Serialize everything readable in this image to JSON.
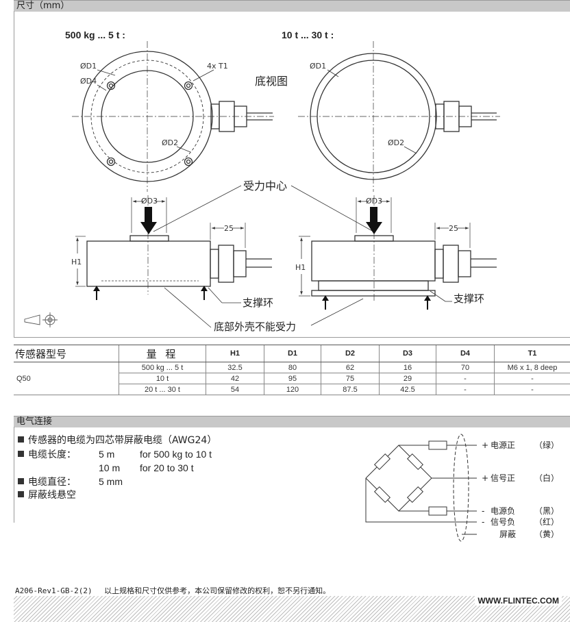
{
  "dimensions": {
    "section_title": "尺寸（mm）",
    "left_title": "500 kg ... 5 t :",
    "right_title": "10 t ... 30 t :",
    "labels": {
      "d1": "ØD1",
      "d4": "ØD4",
      "d2": "ØD2",
      "d3": "ØD3",
      "t1": "4x T1",
      "h1": "H1",
      "dim25": "25",
      "bottom_view": "底视图",
      "force_center": "受力中心",
      "support_ring": "支撑环",
      "housing_note": "底部外壳不能受力"
    }
  },
  "table": {
    "headers": [
      "传感器型号",
      "量 程",
      "H1",
      "D1",
      "D2",
      "D3",
      "D4",
      "T1"
    ],
    "model": "Q50",
    "rows": [
      [
        "500 kg ... 5 t",
        "32.5",
        "80",
        "62",
        "16",
        "70",
        "M6 x 1, 8 deep"
      ],
      [
        "10 t",
        "42",
        "95",
        "75",
        "29",
        "-",
        "-"
      ],
      [
        "20 t ... 30 t",
        "54",
        "120",
        "87.5",
        "42.5",
        "-",
        "-"
      ]
    ]
  },
  "electrical": {
    "section_title": "电气连接",
    "items": {
      "cable_type": "传感器的电缆为四芯带屏蔽电缆（AWG24）",
      "cable_length_label": "电缆长度：",
      "len1_value": "5 m",
      "len1_range": "for 500 kg to 10 t",
      "len2_value": "10 m",
      "len2_range": "for 20 to 30 t",
      "diameter_label": "电缆直径：",
      "diameter_value": "5 mm",
      "shield": "屏蔽线悬空"
    },
    "wiring": [
      {
        "sign": "+",
        "name": "电源正",
        "color": "（绿）"
      },
      {
        "sign": "+",
        "name": "信号正",
        "color": "（白）"
      },
      {
        "sign": "-",
        "name": "电源负",
        "color": "（黑）"
      },
      {
        "sign": "-",
        "name": "信号负",
        "color": "（红）"
      },
      {
        "sign": "",
        "name": "屏蔽",
        "color": "（黄）"
      }
    ]
  },
  "footer": {
    "doc_id": "A206-Rev1-GB-2(2)",
    "disclaimer": "以上规格和尺寸仅供参考，本公司保留修改的权利，恕不另行通知。",
    "url": "WWW.FLINTEC.COM"
  }
}
